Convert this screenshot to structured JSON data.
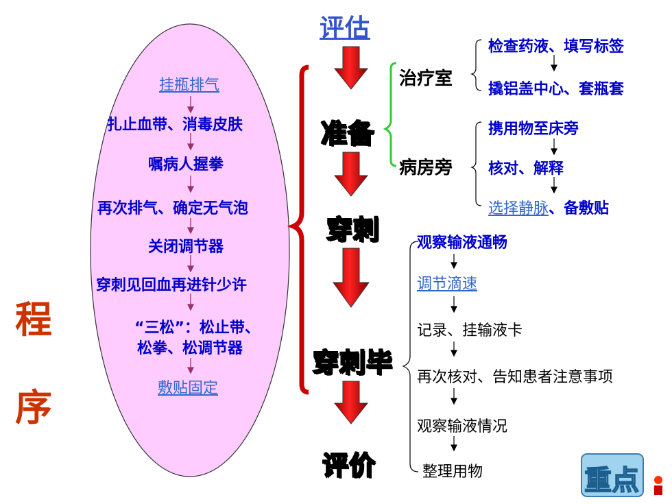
{
  "side_title": {
    "char1": "程",
    "char2": "序"
  },
  "stages": {
    "assess": "评估",
    "prepare": "准备",
    "puncture": "穿刺",
    "after": "穿刺毕",
    "evaluate": "评价"
  },
  "prepare": {
    "treatment_room": {
      "label": "治疗室",
      "steps": [
        "检查药液、填写标签",
        "撬铝盖中心、套瓶套"
      ]
    },
    "ward_bedside": {
      "label": "病房旁",
      "steps": [
        "携用物至床旁",
        "核对、解释"
      ],
      "last_step_link": "选择静脉",
      "last_step_rest": "、备敷贴"
    }
  },
  "puncture_steps": {
    "step1": "挂瓶排气",
    "step2": "扎止血带、消毒皮肤",
    "step3": "嘱病人握拳",
    "step4": "再次排气、确定无气泡",
    "step5": "关闭调节器",
    "step6": "穿刺见回血再进针少许",
    "step7_line1": "“三松”：松止带、",
    "step7_line2": "松拳、松调节器",
    "step8": "敷贴固定"
  },
  "after_steps": {
    "step1": "观察输液通畅",
    "step2": "调节滴速",
    "step3": "记录、挂输液卡",
    "step4": "再次核对、告知患者注意事项",
    "step5": "观察输液情况",
    "step6": "整理用物"
  },
  "badge": {
    "text": "重点"
  },
  "colors": {
    "ellipse_fill": "#ffccff",
    "arrow_red": "#ee0000",
    "bracket_red": "#cc0000",
    "bracket_green": "#33cc33",
    "side_title": "#cc3300",
    "blue_text": "#0000cc",
    "link_text": "#3366cc"
  }
}
